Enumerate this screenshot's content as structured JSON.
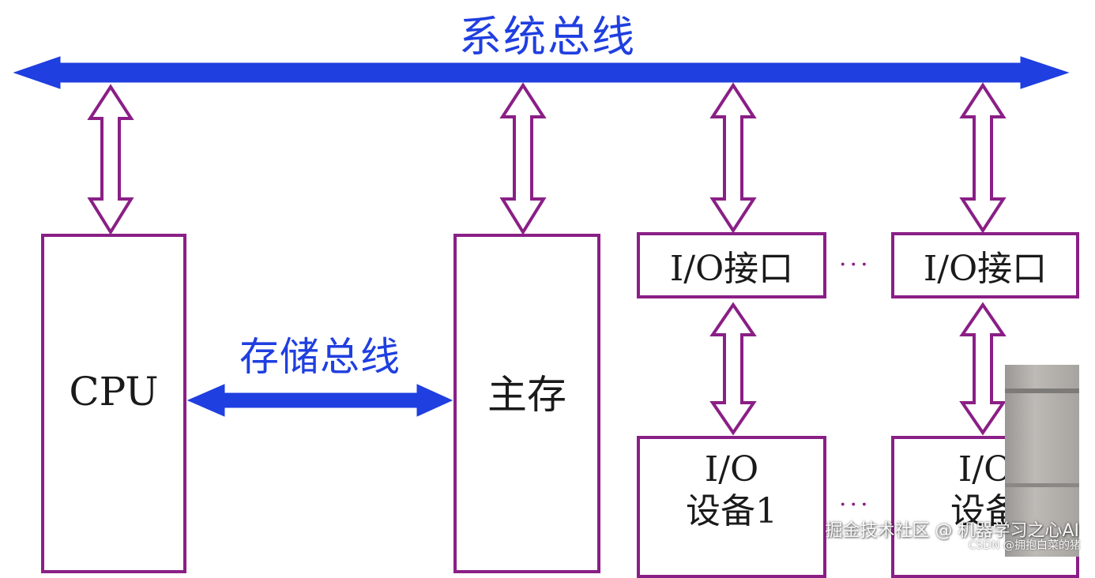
{
  "diagram": {
    "system_bus_label": "系统总线",
    "memory_bus_label": "存储总线",
    "cpu_label": "CPU",
    "main_memory_label": "主存",
    "io_interfaces": [
      "I/O接口",
      "I/O接口"
    ],
    "io_devices": [
      {
        "line1": "I/O",
        "line2": "设备1"
      },
      {
        "line1": "I/O",
        "line2": "设备"
      }
    ],
    "ellipsis": "···"
  },
  "colors": {
    "bus_blue": "#1f3fe0",
    "box_purple": "#8a1f86"
  },
  "watermark": {
    "main": "掘金技术社区 @ 机器学习之心AI",
    "sub": "CSDN @拥抱白菜的猪"
  }
}
